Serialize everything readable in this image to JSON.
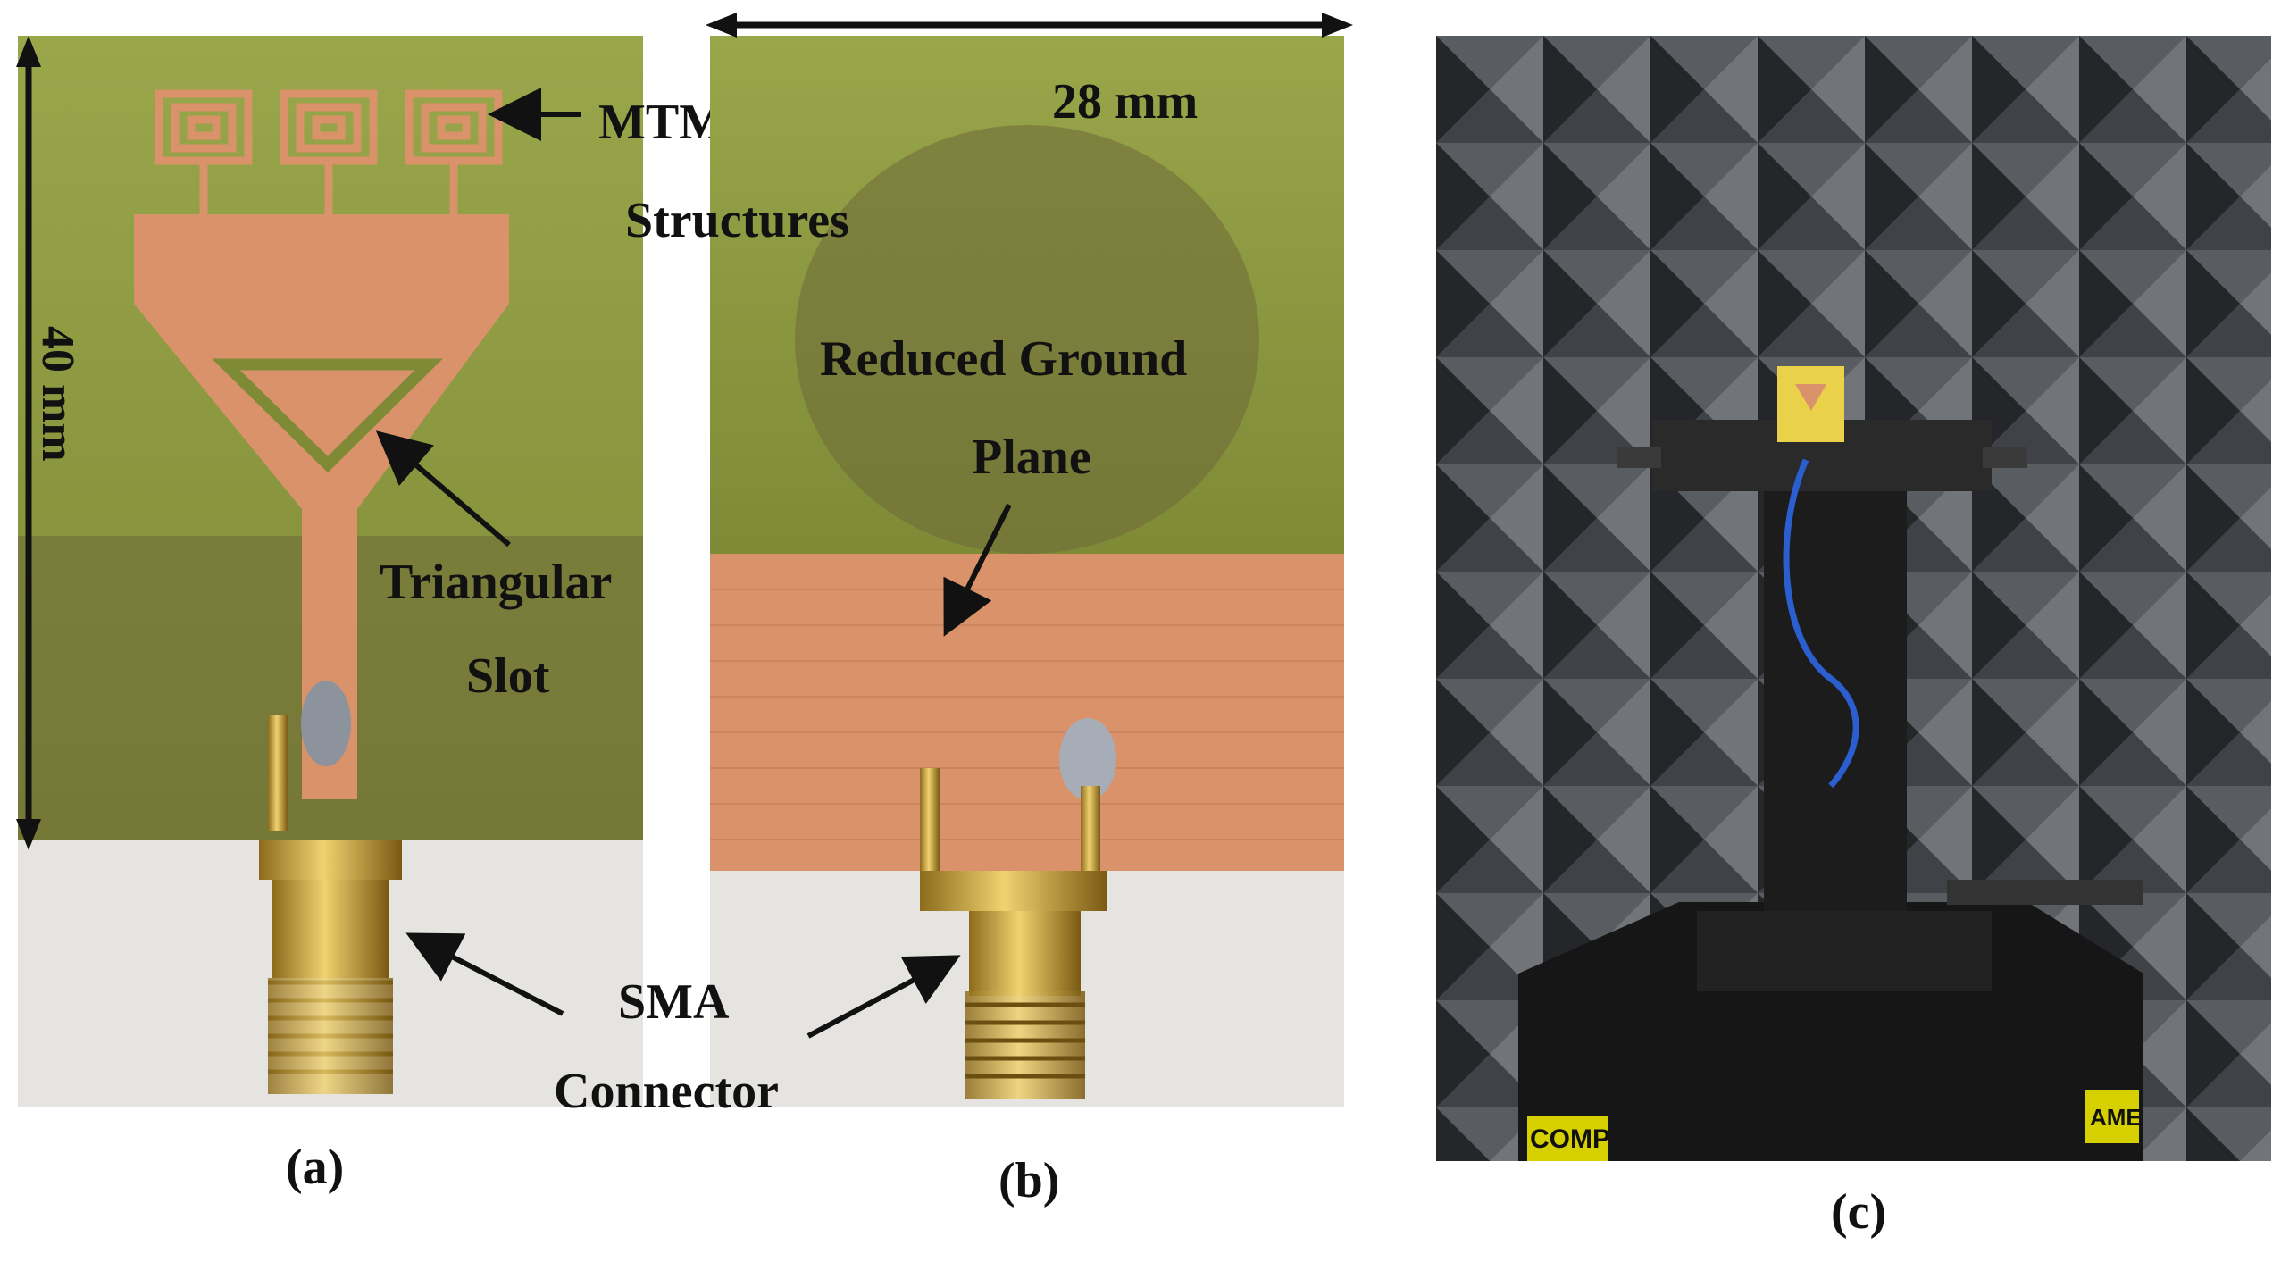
{
  "panels": {
    "a": {
      "caption": "(a)",
      "labels": {
        "mtm_line1": "MTM-SSRR",
        "mtm_line2": "Structures",
        "height": "40 mm",
        "triangular_line1": "Triangular",
        "triangular_line2": "Slot"
      }
    },
    "b": {
      "caption": "(b)",
      "labels": {
        "width": "28 mm",
        "ground_line1": "Reduced Ground",
        "ground_line2": "Plane",
        "sma_line1": "SMA",
        "sma_line2": "Connector"
      }
    },
    "c": {
      "caption": "(c)",
      "base_text_left": "COMP",
      "base_text_right": "AME"
    }
  },
  "colors": {
    "fr4_green": "#8a9a3c",
    "copper": "#d9926a",
    "gold": "#c9a23a",
    "foam": "#5a5e64",
    "fixture": "#1c1c1c",
    "arrow": "#111111"
  }
}
